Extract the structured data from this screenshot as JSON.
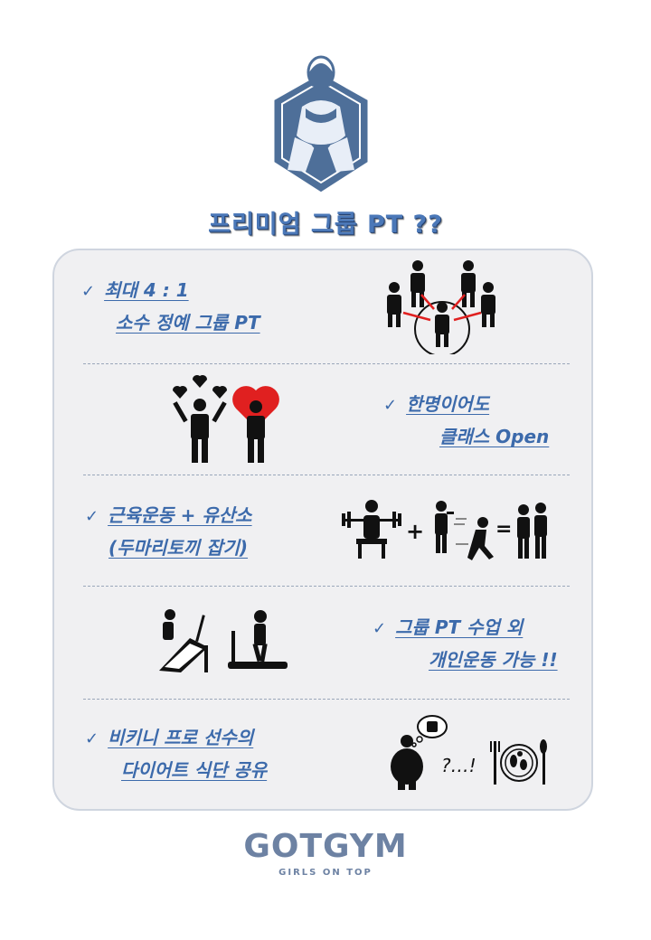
{
  "title": "프리미엄 그룹 PT ??",
  "check_mark": "✓",
  "features": [
    {
      "lines": [
        "최대 4 : 1",
        "소수 정예 그룹 PT"
      ]
    },
    {
      "lines": [
        "한명이어도",
        "클래스 Open"
      ]
    },
    {
      "lines": [
        "근육운동 + 유산소",
        "(두마리토끼 잡기)"
      ]
    },
    {
      "lines": [
        "그룹 PT 수업 외",
        "개인운동 가능 !!"
      ]
    },
    {
      "lines": [
        "비키니 프로 선수의",
        "다이어트 식단 공유"
      ]
    }
  ],
  "equation": {
    "plus": "+",
    "equals": "="
  },
  "thought_text": "?…!",
  "brand": {
    "name": "GOTGYM",
    "tagline": "GIRLS ON TOP"
  },
  "colors": {
    "accent": "#3c6aab",
    "title": "#4b78b8",
    "panel": "#f0f0f2",
    "brand": "#6d82a3",
    "heart": "#e02020"
  }
}
